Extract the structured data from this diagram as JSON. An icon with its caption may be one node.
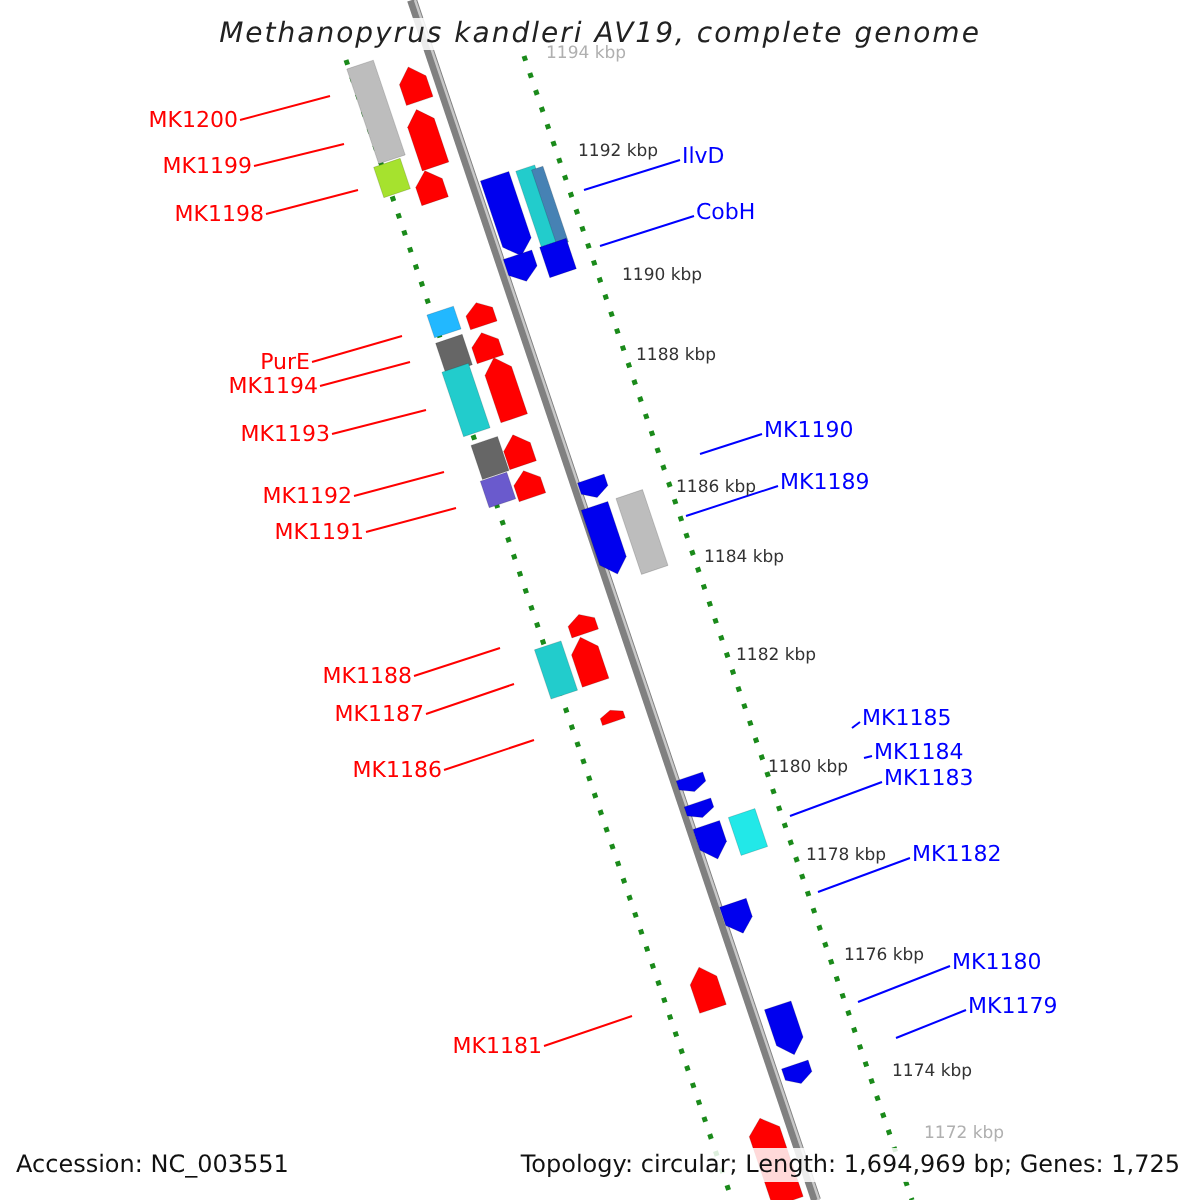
{
  "diagram": {
    "title": "Methanopyrus kandleri AV19, complete genome",
    "nodes": [
      {
        "text": [
          "MK1200"
        ]
      },
      {
        "text": [
          "MK1199"
        ]
      },
      {
        "text": [
          "MK1198"
        ]
      },
      {
        "text": [
          "PurE"
        ]
      },
      {
        "text": [
          "MK1194"
        ]
      },
      {
        "text": [
          "MK1193"
        ]
      },
      {
        "text": [
          "MK1192"
        ]
      },
      {
        "text": [
          "MK1191"
        ]
      },
      {
        "text": [
          "MK1188"
        ]
      },
      {
        "text": [
          "MK1187"
        ]
      },
      {
        "text": [
          "MK1186"
        ]
      },
      {
        "text": [
          "MK1181"
        ]
      },
      {
        "text": [
          "IlvD"
        ]
      },
      {
        "text": [
          "CobH"
        ]
      },
      {
        "text": [
          "MK1190"
        ]
      },
      {
        "text": [
          "MK1189"
        ]
      },
      {
        "text": [
          "MK1185"
        ]
      },
      {
        "text": [
          "MK1184"
        ]
      },
      {
        "text": [
          "MK1183"
        ]
      },
      {
        "text": [
          "MK1182"
        ]
      },
      {
        "text": [
          "MK1180"
        ]
      },
      {
        "text": [
          "MK1179"
        ]
      }
    ],
    "edges": [
      {
        "from": 0,
        "to": null,
        "arrow": "none"
      },
      {
        "from": 1,
        "to": null,
        "arrow": "none"
      },
      {
        "from": 2,
        "to": null,
        "arrow": "none"
      },
      {
        "from": 3,
        "to": null,
        "arrow": "none"
      },
      {
        "from": 4,
        "to": null,
        "arrow": "none"
      },
      {
        "from": 5,
        "to": null,
        "arrow": "none"
      },
      {
        "from": 6,
        "to": null,
        "arrow": "none"
      },
      {
        "from": 7,
        "to": null,
        "arrow": "none"
      },
      {
        "from": 8,
        "to": null,
        "arrow": "none"
      },
      {
        "from": 9,
        "to": null,
        "arrow": "none"
      },
      {
        "from": 10,
        "to": null,
        "arrow": "none"
      },
      {
        "from": 11,
        "to": null,
        "arrow": "none"
      },
      {
        "from": 12,
        "to": null,
        "arrow": "none",
        "color": "#0000ff"
      },
      {
        "from": 13,
        "to": null,
        "arrow": "none",
        "color": "#0000ff"
      },
      {
        "from": 14,
        "to": null,
        "arrow": "none",
        "color": "#0000ff"
      },
      {
        "from": 15,
        "to": null,
        "arrow": "none",
        "color": "#0000ff"
      },
      {
        "from": 16,
        "to": null,
        "arrow": "none",
        "color": "#0000ff"
      },
      {
        "from": 17,
        "to": null,
        "arrow": "none",
        "color": "#0000ff"
      },
      {
        "from": 18,
        "to": null,
        "arrow": "none",
        "color": "#0000ff"
      },
      {
        "from": 19,
        "to": null,
        "arrow": "none",
        "color": "#0000ff"
      },
      {
        "from": 20,
        "to": null,
        "arrow": "none",
        "color": "#0000ff"
      },
      {
        "from": 21,
        "to": null,
        "arrow": "none",
        "color": "#0000ff"
      }
    ],
    "labels": [
      "1194 kbp",
      "1192 kbp",
      "1190 kbp",
      "1188 kbp",
      "1186 kbp",
      "1184 kbp",
      "1182 kbp",
      "1180 kbp",
      "1178 kbp",
      "1176 kbp",
      "1174 kbp",
      "1172 kbp",
      "Accession: NC_003551",
      "Topology: circular; Length: 1,694,969 bp; Genes: 1,725"
    ]
  }
}
